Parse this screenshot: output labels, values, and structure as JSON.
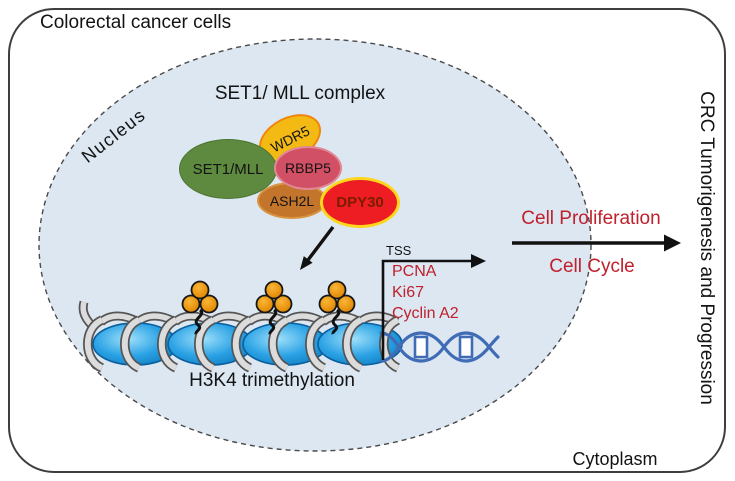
{
  "figure": {
    "cell_label": "Colorectal cancer cells",
    "nucleus_label": "Nucleus",
    "cytoplasm_label": "Cytoplasm"
  },
  "complex": {
    "title": "SET1/ MLL complex",
    "subunits": [
      {
        "name": "SET1/MLL",
        "fill": "#5d8a3e"
      },
      {
        "name": "WDR5",
        "fill": "#f4ba14"
      },
      {
        "name": "RBBP5",
        "fill": "#d15065"
      },
      {
        "name": "ASH2L",
        "fill": "#c4752c"
      },
      {
        "name": "DPY30",
        "fill": "#ee1c23"
      }
    ]
  },
  "chromatin": {
    "label": "H3K4 trimethylation",
    "tss": "TSS",
    "target_genes": [
      "PCNA",
      "Ki67",
      "Cyclin A2"
    ]
  },
  "outcomes": {
    "line1": "Cell Proliferation",
    "line2": "Cell Cycle",
    "side_text": "CRC Tumorigenesis and Progression"
  },
  "colors": {
    "nucleus_fill": "#dce7f2",
    "red_text": "#bf202c",
    "histone_orange": "#e8930f",
    "nucleosome_blue": "#2aa2e5",
    "dna_blue": "#3f6cb5",
    "dpy30_border": "#ffd51e"
  }
}
